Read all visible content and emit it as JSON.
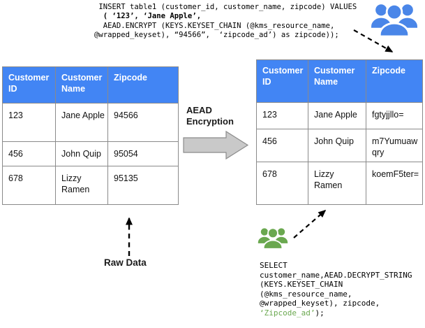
{
  "colors": {
    "header_blue": "#4285f4",
    "people_blue": "#4a86e8",
    "people_green": "#6aa84f",
    "green": "#6aa84f",
    "table_border": "#8a8a8a",
    "arrow_gray_fill": "#c9c9c9",
    "arrow_gray_stroke": "#8c8c8c",
    "dashed_arrow": "#000000"
  },
  "insert_code": {
    "line1": " INSERT table1 (customer_id, customer_name, zipcode) VALUES",
    "line2": "  ( ‘123’, ‘Jane Apple’,",
    "line3": "  AEAD.ENCRYPT (KEYS.KEYSET_CHAIN (@kms_resource_name,",
    "line4": "@wrapped_keyset), “94566”,  ‘zipcode_ad’) as zipcode));"
  },
  "select_code": {
    "line1": "SELECT",
    "line2": "customer_name,AEAD.DECRYPT_STRING",
    "line3": "(KEYS.KEYSET_CHAIN",
    "line4": "(@kms_resource_name,",
    "line5": "@wrapped_keyset), zipcode,",
    "line6_green": "‘Zipcode_ad’",
    "line6_suffix": ");"
  },
  "labels": {
    "aead_line1": "AEAD",
    "aead_line2": "Encryption",
    "raw_data": "Raw Data"
  },
  "icons": {
    "top_right": "people-group-icon-blue",
    "bottom": "people-group-icon-green"
  },
  "raw_table": {
    "headers": [
      "Customer ID",
      "Customer Name",
      "Zipcode"
    ],
    "rows": [
      [
        "123",
        "Jane Apple",
        "94566"
      ],
      [
        "456",
        "John Quip",
        "95054"
      ],
      [
        "678",
        "Lizzy Ramen",
        "95135"
      ]
    ]
  },
  "encrypted_table": {
    "headers": [
      "Customer ID",
      "Customer Name",
      "Zipcode"
    ],
    "rows": [
      [
        "123",
        "Jane Apple",
        "fgtyjjllo="
      ],
      [
        "456",
        "John Quip",
        "m7Yumuawqry"
      ],
      [
        "678",
        "Lizzy Ramen",
        "koemF5ter="
      ]
    ]
  }
}
